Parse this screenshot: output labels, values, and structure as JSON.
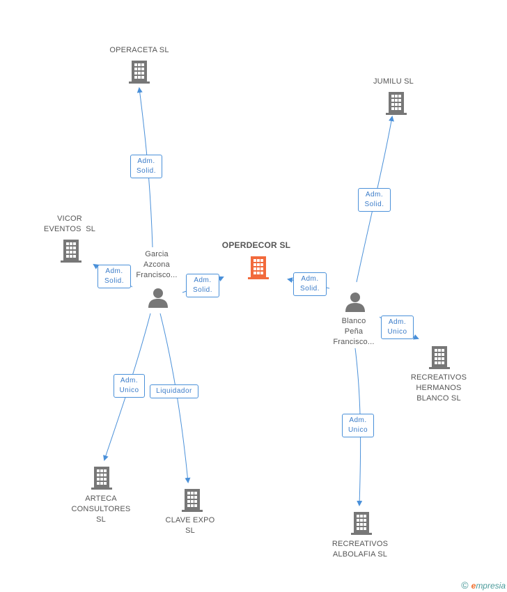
{
  "companies": {
    "operaceta": "OPERACETA SL",
    "jumilu": "JUMILU SL",
    "vicor": [
      "VICOR",
      "EVENTOS  SL"
    ],
    "operdecor": "OPERDECOR SL",
    "recreativos_hermanos": [
      "RECREATIVOS",
      "HERMANOS",
      "BLANCO SL"
    ],
    "arteca": [
      "ARTECA",
      "CONSULTORES",
      "SL"
    ],
    "clave_expo": [
      "CLAVE EXPO",
      "SL"
    ],
    "recreativos_albolafia": [
      "RECREATIVOS",
      "ALBOLAFIA SL"
    ]
  },
  "persons": {
    "garcia": [
      "Garcia",
      "Azcona",
      "Francisco..."
    ],
    "blanco": [
      "Blanco",
      "Peña",
      "Francisco..."
    ]
  },
  "relations": {
    "adm_solid": [
      "Adm.",
      "Solid."
    ],
    "adm_unico": [
      "Adm.",
      "Unico"
    ],
    "liquidador": "Liquidador"
  },
  "footer": {
    "copyright": "©",
    "brand_initial": "e",
    "brand_rest": "mpresia"
  },
  "colors": {
    "main_company": "#f26a3c",
    "company": "#777777",
    "person": "#777777",
    "edge": "#4a90d9"
  }
}
